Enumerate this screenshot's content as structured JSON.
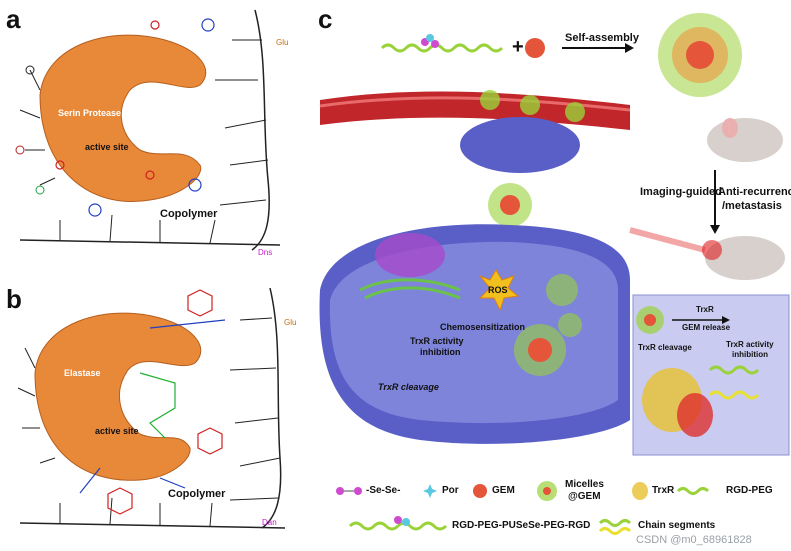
{
  "panels": {
    "a": {
      "letter": "a",
      "enzyme_label": "Serin Protease",
      "active_site_label": "active site",
      "polymer_label": "Copolymer",
      "glu_label": "Glu",
      "dns_label": "Dns"
    },
    "b": {
      "letter": "b",
      "enzyme_label": "Elastase",
      "active_site_label": "active site",
      "polymer_label": "Copolymer",
      "glu_label": "Glu",
      "dan_label": "Dan"
    },
    "c": {
      "letter": "c",
      "self_assembly": "Self-assembly",
      "plus": "+",
      "imaging_guided": "Imaging-guided",
      "anti_recurrence": "Anti-recurrence",
      "metastasis": "/metastasis",
      "ros": "ROS",
      "chemosensitization": "Chemosensitization",
      "trxr_inhibition_1": "TrxR activity",
      "trxr_inhibition_2": "inhibition",
      "trxr_cleavage": "TrxR cleavage",
      "inset": {
        "trxr_cleavage": "TrxR cleavage",
        "trxr": "TrxR",
        "gem_release": "GEM release",
        "trxr_activity_1": "TrxR activity",
        "trxr_activity_2": "inhibition"
      }
    }
  },
  "legend": {
    "sese": "-Se-Se-",
    "por": "Por",
    "gem": "GEM",
    "micelles_1": "Micelles",
    "micelles_2": "@GEM",
    "trxr": "TrxR",
    "rgd_peg": "RGD-PEG",
    "copolymer": "RGD-PEG-PUSeSe-PEG-RGD",
    "chain_segments": "Chain segments"
  },
  "watermark": "CSDN @m0_68961828",
  "colors": {
    "enzyme": "#e8893a",
    "vessel": "#c0262a",
    "cell": "#5a5fc8",
    "inset_bg": "#c9ccf0",
    "gem": "#e4553a",
    "peg": "#9ad23a"
  }
}
